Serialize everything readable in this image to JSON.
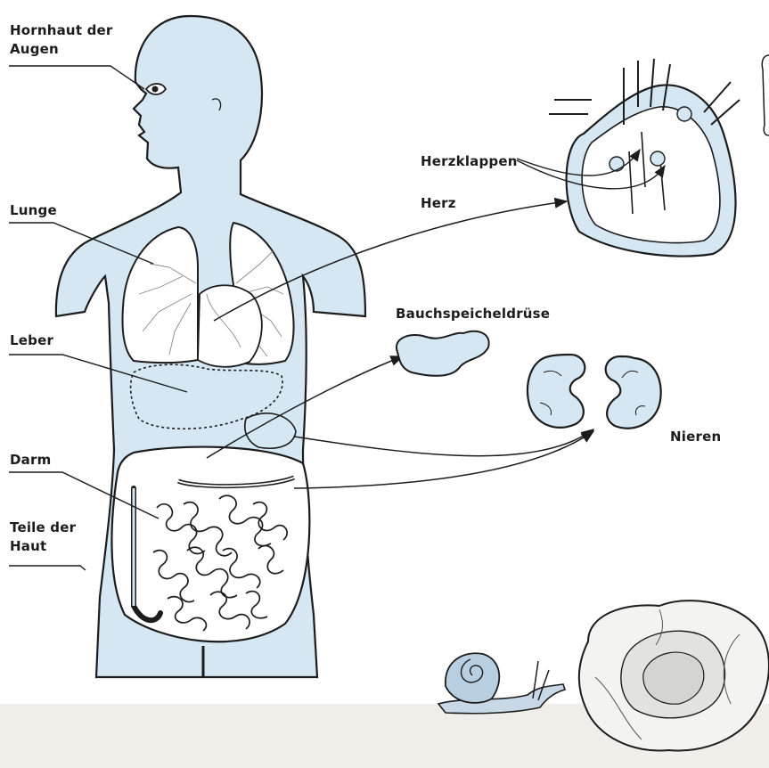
{
  "labels": {
    "cornea": "Hornhaut der Augen",
    "lung": "Lunge",
    "liver": "Leber",
    "intestine": "Darm",
    "skin": "Teile der Haut",
    "heart_valves": "Herzklappen",
    "heart": "Herz",
    "pancreas": "Bauchspeicheldrüse",
    "kidneys": "Nieren"
  },
  "colors": {
    "body_fill": "#d4e7f3",
    "outline": "#1c1c1c",
    "floor": "#f1ede8"
  }
}
